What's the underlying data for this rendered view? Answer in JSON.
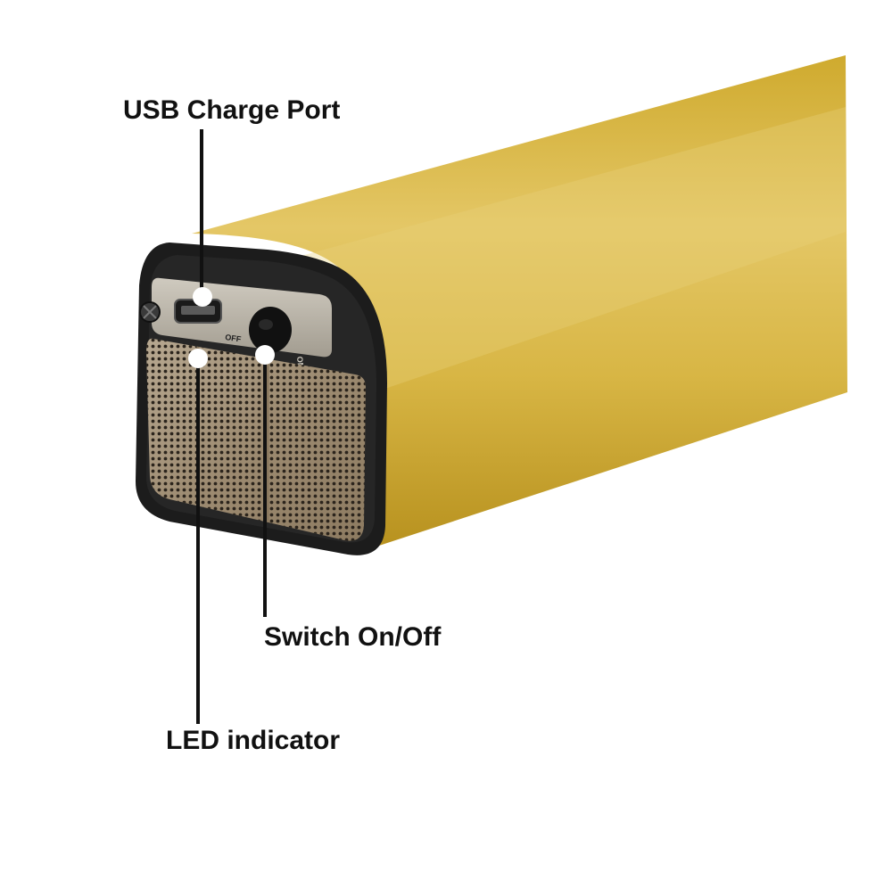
{
  "callouts": {
    "usb_charge_port": "USB Charge Port",
    "switch_on_off": "Switch On/Off",
    "led_indicator": "LED indicator"
  },
  "device_markings": {
    "off": "OFF",
    "on": "ON"
  },
  "colors": {
    "body_gold": "#d4b13a",
    "body_highlight": "#e6c964",
    "rubber_cap": "#1c1c1c",
    "metal_plate": "#bdb6a8",
    "speaker_grille": "#a99880",
    "callout_line": "#111111",
    "marker_dot": "#ffffff"
  }
}
